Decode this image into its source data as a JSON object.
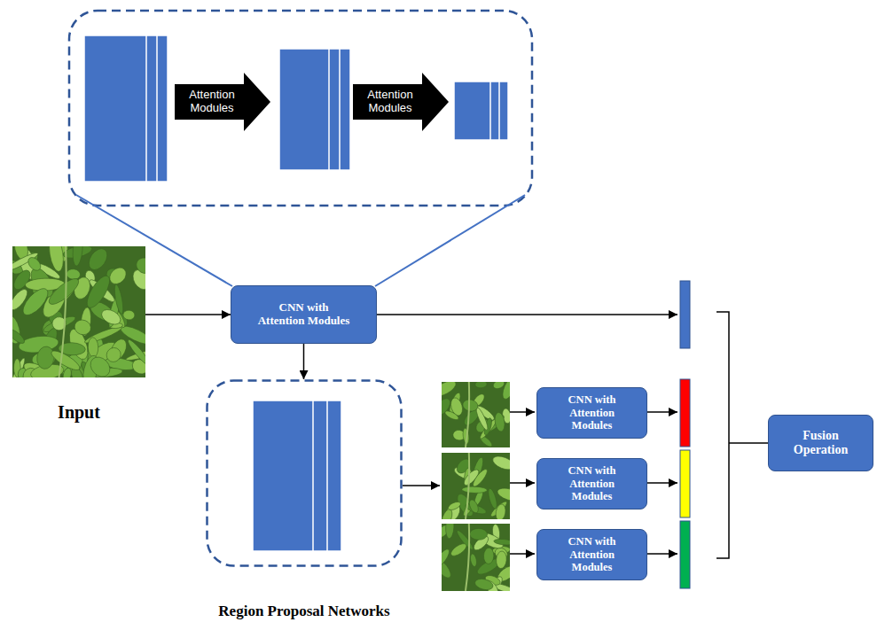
{
  "diagram": {
    "nodes": [
      {
        "text": [
          "Attention Modules"
        ]
      },
      {
        "text": [
          "Attention Modules"
        ]
      },
      {
        "text": [
          "Input"
        ]
      },
      {
        "text": [
          "CNN with Attention Modules"
        ]
      },
      {
        "text": [
          "Region Proposal Networks"
        ]
      },
      {
        "text": [
          "CNN with Attention Modules"
        ]
      },
      {
        "text": [
          "CNN with Attention Modules"
        ]
      },
      {
        "text": [
          "CNN with Attention Modules"
        ]
      },
      {
        "text": [
          "Fusion Operation"
        ]
      }
    ],
    "edges": [
      {
        "from": 2,
        "to": 3,
        "arrow": "to"
      },
      {
        "from": 3,
        "to": 4,
        "arrow": "to"
      }
    ]
  }
}
